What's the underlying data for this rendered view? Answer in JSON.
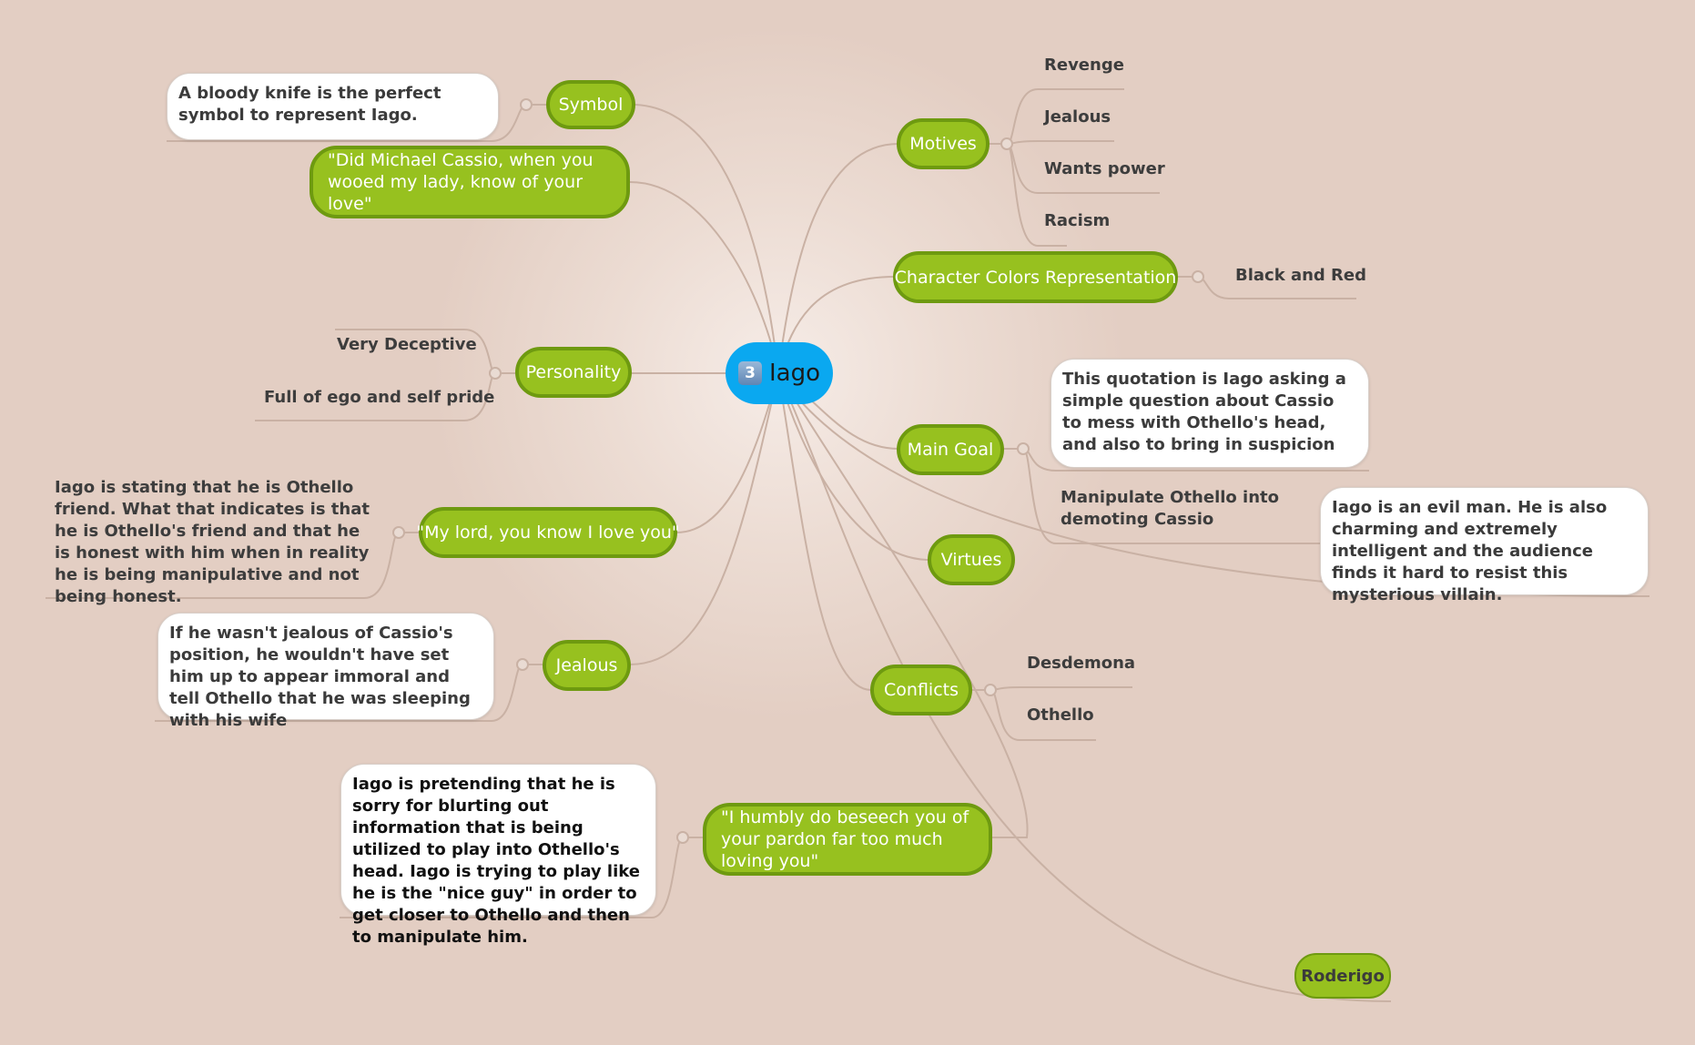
{
  "central": {
    "badge": "3",
    "label": "Iago"
  },
  "left": {
    "symbol": {
      "label": "Symbol",
      "note": "A bloody knife is the perfect symbol to represent Iago."
    },
    "quote1": {
      "label": "\"Did Michael Cassio, when you wooed my lady, know of your love\""
    },
    "personality": {
      "label": "Personality",
      "items": [
        "Very Deceptive",
        "Full of ego and self pride"
      ]
    },
    "quote2": {
      "label": "\"My lord, you know I love you\"",
      "note": "Iago is stating that he is Othello friend. What that indicates is that he is Othello's friend and that he is honest with him when in reality he is being manipulative and not being honest."
    },
    "jealous": {
      "label": "Jealous",
      "note": "If he wasn't jealous of Cassio's position, he wouldn't have set him up to appear immoral and tell Othello that he was sleeping with his wife"
    },
    "quote3": {
      "label": "\"I humbly do beseech you of your pardon far too much loving you\"",
      "note": "Iago is pretending that he is sorry for blurting out information that is being utilized to play into Othello's head. Iago is trying to play like he is the \"nice guy\" in order to get closer to Othello and then to manipulate him."
    }
  },
  "right": {
    "motives": {
      "label": "Motives",
      "items": [
        "Revenge",
        "Jealous",
        "Wants power",
        "Racism"
      ]
    },
    "colors": {
      "label": "Character Colors Representation",
      "item": "Black and Red"
    },
    "main_goal": {
      "label": "Main Goal",
      "note": "This quotation is Iago asking a simple question about Cassio to mess with Othello's head, and also to bring in suspicion",
      "item": "Manipulate Othello into demoting Cassio"
    },
    "virtues": {
      "label": "Virtues"
    },
    "summary_note": "Iago is an evil man. He is also charming and extremely intelligent and the audience finds it hard to resist this mysterious villain.",
    "conflicts": {
      "label": "Conflicts",
      "items": [
        "Desdemona",
        "Othello"
      ]
    },
    "roderigo": {
      "label": "Roderigo"
    }
  },
  "colors": {
    "background": "#e3cec3",
    "topic_fill": "#97c11f",
    "topic_border": "#6e9a10",
    "central_fill": "#0aa8f0",
    "connector": "#c9b1a4"
  }
}
